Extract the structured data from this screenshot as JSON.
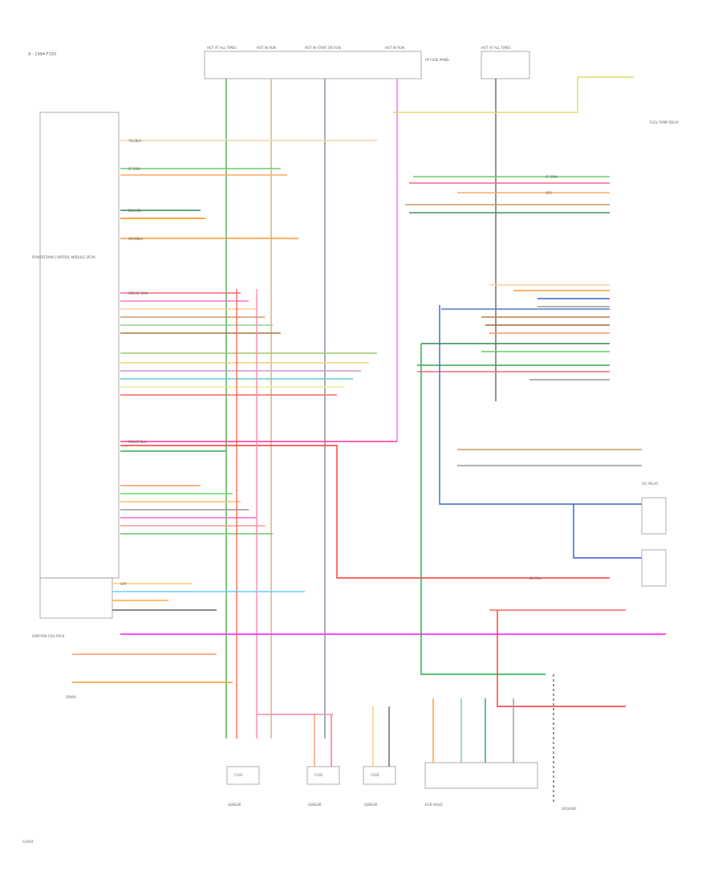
{
  "header": {
    "title": "A - 1994 F150"
  },
  "footer": {
    "code": "G3044"
  },
  "fuse_boxes": [
    {
      "label": "HOT AT ALL TIMES"
    },
    {
      "label": "HOT IN RUN"
    },
    {
      "label": "HOT IN START OR RUN"
    },
    {
      "label": "HOT IN RUN"
    },
    {
      "label": "HOT AT ALL TIMES"
    }
  ],
  "fuse_panel_label": "I/P FUSE PANEL",
  "components": {
    "pcm": "POWERTRAIN CONTROL MODULE (PCM)",
    "coil_pack": "IGNITION COIL PACK",
    "sensor_left": "SENSOR",
    "sensor_mid": "SENSOR",
    "sensor_right": "SENSOR",
    "egr_valve": "EGR VALVE",
    "fuel_pump_relay": "FUEL PUMP RELAY",
    "ac_relay": "A/C RELAY",
    "spark": "SPARK",
    "ground": "GROUND"
  },
  "connectors": {
    "left": "C101",
    "mid": "C102",
    "right": "C103"
  },
  "wire_colors": [
    "RED/LT GRN",
    "LT GRN",
    "BLK/YEL",
    "PNK/LT BLU",
    "DK BLU",
    "GRY",
    "YEL/BLK",
    "ORG/BLK"
  ]
}
